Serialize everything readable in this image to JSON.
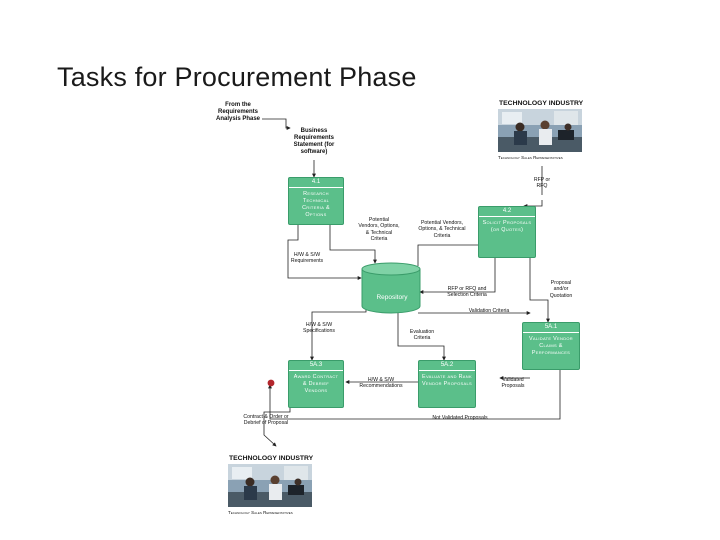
{
  "slide": {
    "title": "Tasks for Procurement Phase"
  },
  "diagram": {
    "source": {
      "text": "From the Requirements Analysis Phase"
    },
    "brs": {
      "text": "Business Requirements Statement (for software)"
    },
    "processes": [
      {
        "id": "4.1",
        "name": "Research Technical Criteria & Options"
      },
      {
        "id": "4.2",
        "name": "Solicit Proposals (or Quotes)"
      },
      {
        "id": "5A.1",
        "name": "Validate Vendor Claims & Performances"
      },
      {
        "id": "5A.2",
        "name": "Evaluate and Rank Vendor Proposals"
      },
      {
        "id": "5A.3",
        "name": "Award Contract & Debrief Vendors"
      }
    ],
    "repository": {
      "label": "Repository"
    },
    "flows": {
      "potential_vendors_left": "Potential Vendors, Options, & Technical Criteria",
      "potential_vendors_right": "Potential Vendors, Options, & Technical Criteria",
      "hw_sw_requirements": "H/W & S/W Requirements",
      "rfp_rfq_criteria": "RFP or RFQ and Selection Criteria",
      "rfp_or_rfq": "RFP or RFQ",
      "proposal_quotation": "Proposal and/or Quotation",
      "validation_criteria": "Validation Criteria",
      "hw_sw_specifications": "H/W & S/W Specifications",
      "evaluation_criteria": "Evaluation Criteria",
      "hw_sw_recommendations": "H/W & S/W Recommendations",
      "validated_proposals": "Validated Proposals",
      "not_validated_proposals": "Not Validated Proposals",
      "contract_order": "Contract & Order or Debrief of Proposal"
    },
    "externals": [
      {
        "title": "TECHNOLOGY INDUSTRY",
        "caption": "Technology Sales Representatives"
      },
      {
        "title": "TECHNOLOGY INDUSTRY",
        "caption": "Technology Sales Representatives"
      }
    ],
    "colors": {
      "process": "#5bbf8a",
      "process_border": "#3a9c6a",
      "arrow": "#222222",
      "connector": "#b3262c"
    }
  }
}
